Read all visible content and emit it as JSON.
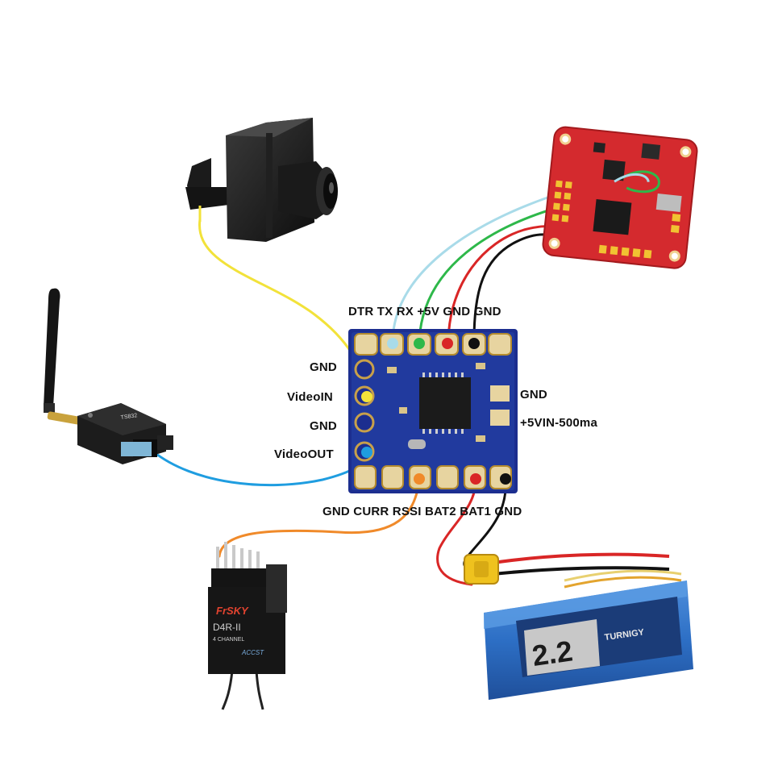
{
  "labels": {
    "top_row": "DTR TX RX +5V GND GND",
    "bottom_row": "GND CURR RSSI BAT2 BAT1 GND",
    "left_gnd_1": "GND",
    "left_videoin": "VideoIN",
    "left_gnd_2": "GND",
    "left_videoout": "VideoOUT",
    "right_gnd": "GND",
    "right_5vin": "+5VIN-500ma"
  },
  "components": {
    "camera": {
      "icon": "fpv-camera-icon"
    },
    "video_transmitter": {
      "icon": "video-transmitter-icon",
      "marking": "TS832"
    },
    "flight_controller": {
      "icon": "flight-controller-icon"
    },
    "osd_board": {
      "icon": "minimosd-board-icon"
    },
    "receiver": {
      "icon": "rc-receiver-icon",
      "brand": "FrSKY",
      "model": "D4R-II",
      "subtitle": "4 CHANNEL",
      "badge": "ACCST"
    },
    "battery": {
      "icon": "lipo-battery-icon",
      "big_text": "2.2",
      "brand": "TURNIGY"
    }
  },
  "wire_colors": {
    "yellow": "#f2e23a",
    "light_blue": "#a9dbe9",
    "blue": "#1f9de0",
    "green": "#2eb84a",
    "red": "#d92626",
    "black": "#111111",
    "orange": "#f08a2a"
  }
}
